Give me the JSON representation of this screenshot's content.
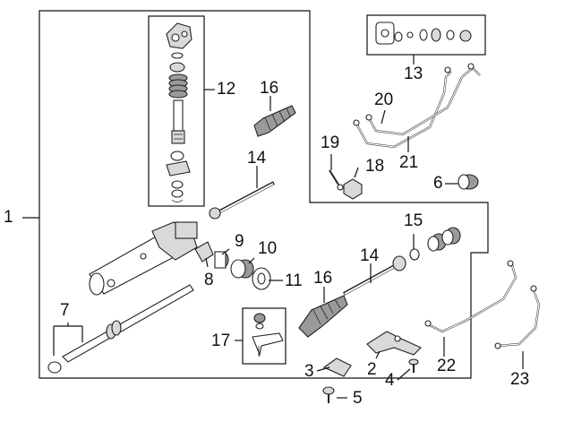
{
  "callouts": {
    "c1": "1",
    "c2": "2",
    "c3": "3",
    "c4": "4",
    "c5": "5",
    "c6": "6",
    "c7": "7",
    "c8": "8",
    "c9": "9",
    "c10": "10",
    "c11": "11",
    "c12": "12",
    "c13": "13",
    "c14a": "14",
    "c14b": "14",
    "c15": "15",
    "c16a": "16",
    "c16b": "16",
    "c17": "17",
    "c18": "18",
    "c19": "19",
    "c20": "20",
    "c21": "21",
    "c22": "22",
    "c23": "23"
  },
  "colors": {
    "line": "#111111",
    "part_fill": "#ffffff",
    "shade": "#d9d9d9",
    "dark": "#9a9a9a"
  }
}
